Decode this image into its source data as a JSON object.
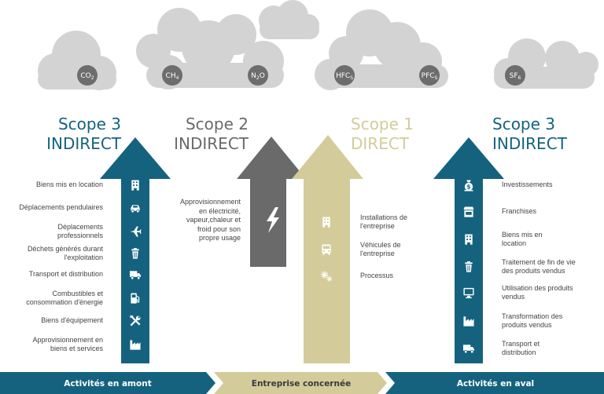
{
  "colors": {
    "teal": "#15627f",
    "teal_light": "#1b6d8a",
    "gray": "#6a6a6a",
    "khaki": "#d3cc9a",
    "khaki_dark": "#c2bb86",
    "cloud": "#d3d3d3",
    "gas_circle": "#6d6d6d",
    "text": "#444444"
  },
  "gases": [
    {
      "base": "CO",
      "sub": "2"
    },
    {
      "base": "CH",
      "sub": "4"
    },
    {
      "base": "N",
      "sub": "2",
      "tail": "O"
    },
    {
      "base": "HFC",
      "sub": "S"
    },
    {
      "base": "PFC",
      "sub": "S"
    },
    {
      "base": "SF",
      "sub": "6"
    }
  ],
  "scopes": {
    "left": {
      "line1": "Scope 3",
      "line2": "INDIRECT"
    },
    "center_gray": {
      "line1": "Scope 2",
      "line2": "INDIRECT"
    },
    "center_khaki": {
      "line1": "Scope 1",
      "line2": "DIRECT"
    },
    "right": {
      "line1": "Scope 3",
      "line2": "INDIRECT"
    }
  },
  "upstream_items": [
    {
      "label": "Biens mis en location",
      "icon": "building-icon"
    },
    {
      "label": "Déplacements pendulaires",
      "icon": "car-icon"
    },
    {
      "label": "Déplacements\nprofessionnels",
      "icon": "airplane-icon"
    },
    {
      "label": "Déchets générés durant\nl'exploitation",
      "icon": "trash-icon"
    },
    {
      "label": "Transport et distribution",
      "icon": "truck-icon"
    },
    {
      "label": "Combustibles et\nconsommation d'énergie",
      "icon": "fuel-pump-icon"
    },
    {
      "label": "Biens d'équipement",
      "icon": "tools-icon"
    },
    {
      "label": "Approvisionnement en\nbiens et services",
      "icon": "factory-icon"
    }
  ],
  "scope2_label": "Approvisionnement\nen électricité,\nvapeur,chaleur et\nfroid pour son\npropre usage",
  "scope1_items": [
    {
      "label": "Installations de\nl'entreprise",
      "icon": "building-icon"
    },
    {
      "label": "Véhicules de\nl'entreprise",
      "icon": "bus-icon"
    },
    {
      "label": "Processus",
      "icon": "gears-icon"
    }
  ],
  "downstream_items": [
    {
      "label": "Investissements",
      "icon": "money-bag-icon"
    },
    {
      "label": "Franchises",
      "icon": "store-icon"
    },
    {
      "label": "Biens mis en\nlocation",
      "icon": "building-icon"
    },
    {
      "label": "Traitement de fin de vie\ndes produits vendus",
      "icon": "trash-icon"
    },
    {
      "label": "Utilisation des produits\nvendus",
      "icon": "monitor-icon"
    },
    {
      "label": "Transformation des\nproduits vendus",
      "icon": "factory-icon"
    },
    {
      "label": "Transport et\ndistribution",
      "icon": "truck-icon"
    }
  ],
  "bottom_band": {
    "upstream": "Activités en amont",
    "company": "Entreprise concernée",
    "downstream": "Activités en aval"
  }
}
